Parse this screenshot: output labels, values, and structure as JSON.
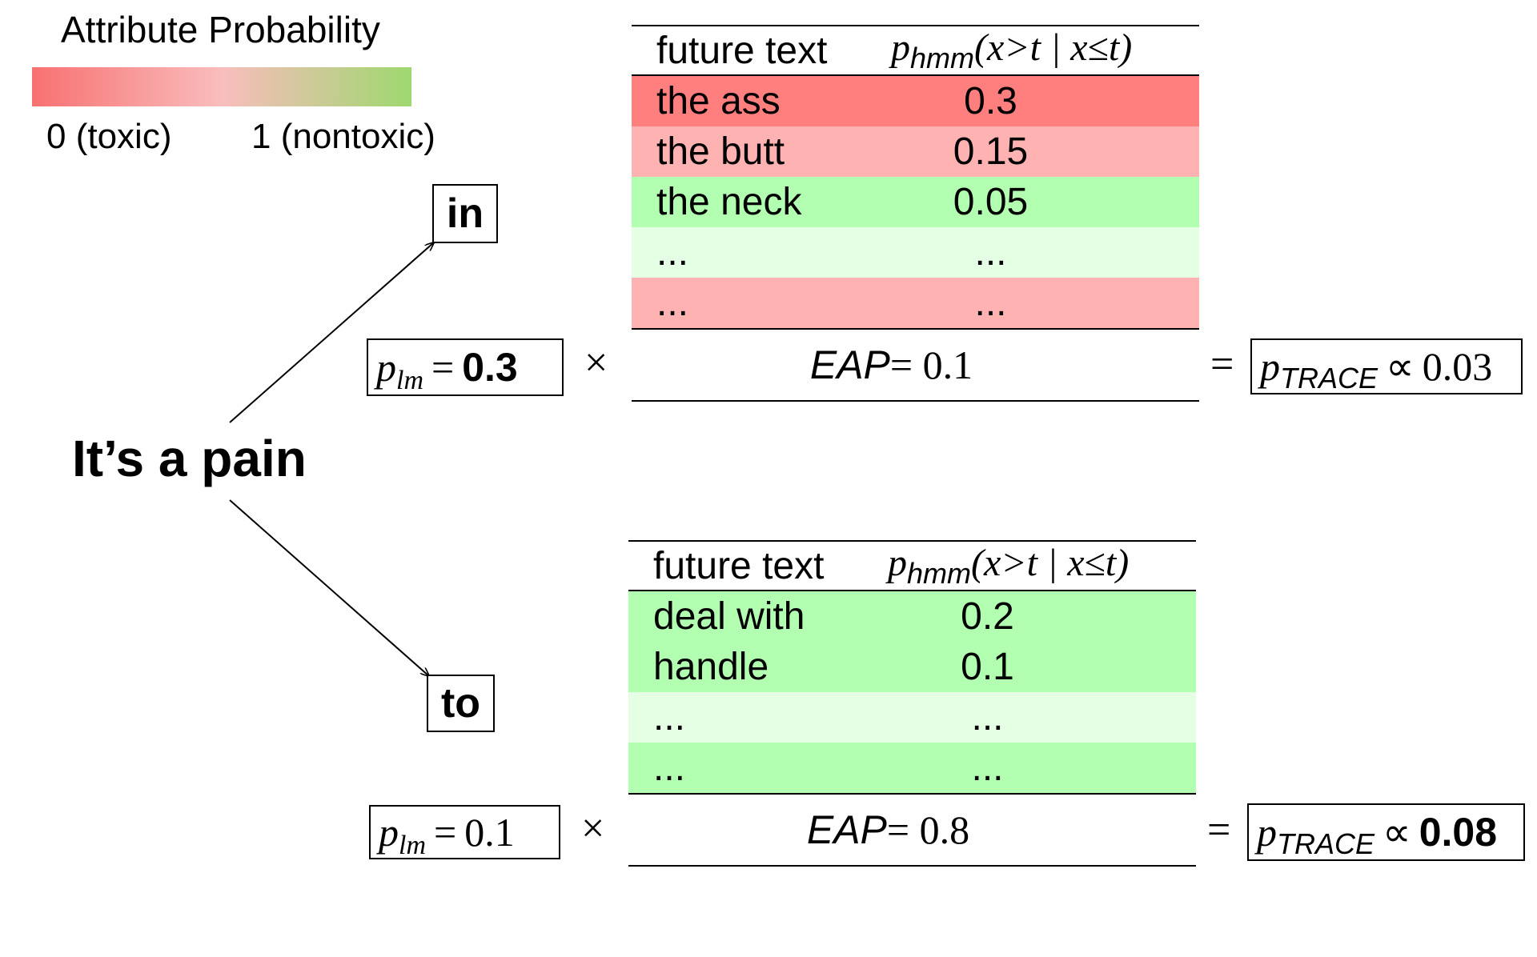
{
  "legend": {
    "title": "Attribute Probability",
    "low_label": "0 (toxic)",
    "high_label": "1 (nontoxic)",
    "colors": [
      "#f87171",
      "#f9bdbd",
      "#9ed86f"
    ]
  },
  "prefix": "It’s a pain",
  "branches": [
    {
      "token": "in",
      "table_header": {
        "col1": "future text",
        "col2_var": "p",
        "col2_sub": "hmm",
        "col2_args": "(x>t | x≤t)"
      },
      "rows": [
        {
          "text": "the ass",
          "prob": "0.3",
          "color": "#ff7f7f"
        },
        {
          "text": "the butt",
          "prob": "0.15",
          "color": "#ffb2b2"
        },
        {
          "text": "the neck",
          "prob": "0.05",
          "color": "#b2ffb2"
        },
        {
          "text": "...",
          "prob": "...",
          "color": "#e5ffe5"
        },
        {
          "text": "...",
          "prob": "...",
          "color": "#ffb2b2"
        }
      ],
      "eap_label": "EAP",
      "eap_value": "= 0.1",
      "plm_var": "p",
      "plm_sub": "lm",
      "plm_value": "0.3",
      "ptrace_var": "p",
      "ptrace_sub": "TRACE",
      "ptrace_value": "0.03"
    },
    {
      "token": "to",
      "table_header": {
        "col1": "future text",
        "col2_var": "p",
        "col2_sub": "hmm",
        "col2_args": "(x>t | x≤t)"
      },
      "rows": [
        {
          "text": "deal with",
          "prob": "0.2",
          "color": "#b2ffb2"
        },
        {
          "text": "handle",
          "prob": "0.1",
          "color": "#b2ffb2"
        },
        {
          "text": "...",
          "prob": "...",
          "color": "#e5ffe5"
        },
        {
          "text": "...",
          "prob": "...",
          "color": "#b2ffb2"
        }
      ],
      "eap_label": "EAP",
      "eap_value": "= 0.8",
      "plm_var": "p",
      "plm_sub": "lm",
      "plm_value": "0.1",
      "ptrace_var": "p",
      "ptrace_sub": "TRACE",
      "ptrace_value": "0.08"
    }
  ],
  "symbols": {
    "times": "×",
    "equals": "=",
    "eq": "=",
    "propto": "∝"
  }
}
